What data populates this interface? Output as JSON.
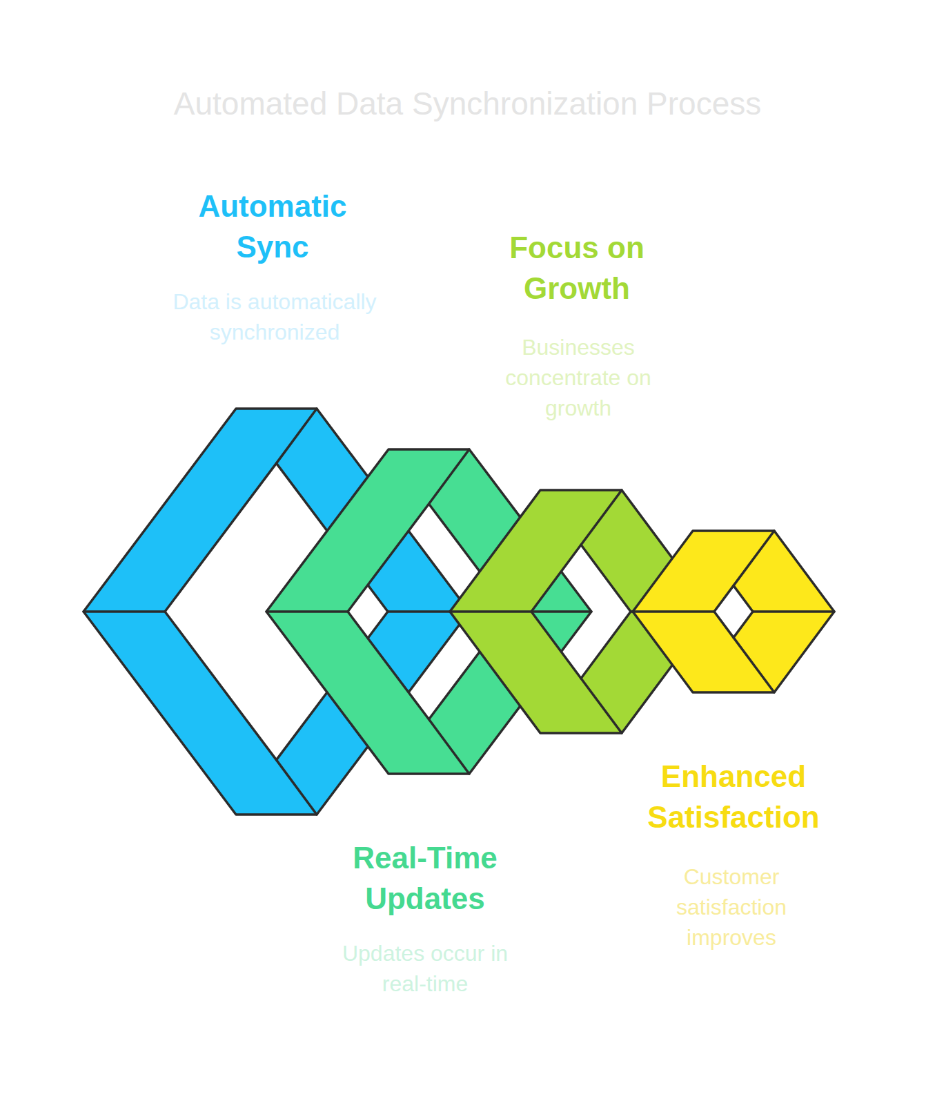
{
  "diagram": {
    "title": "Automated Data Synchronization Process",
    "nodes": [
      {
        "text": [
          "Automatic Sync",
          "Data is automatically synchronized"
        ]
      },
      {
        "text": [
          "Real-Time Updates",
          "Updates occur in real-time"
        ]
      },
      {
        "text": [
          "Focus on Growth",
          "Businesses concentrate on growth"
        ]
      },
      {
        "text": [
          "Enhanced Satisfaction",
          "Customer satisfaction improves"
        ]
      }
    ]
  }
}
